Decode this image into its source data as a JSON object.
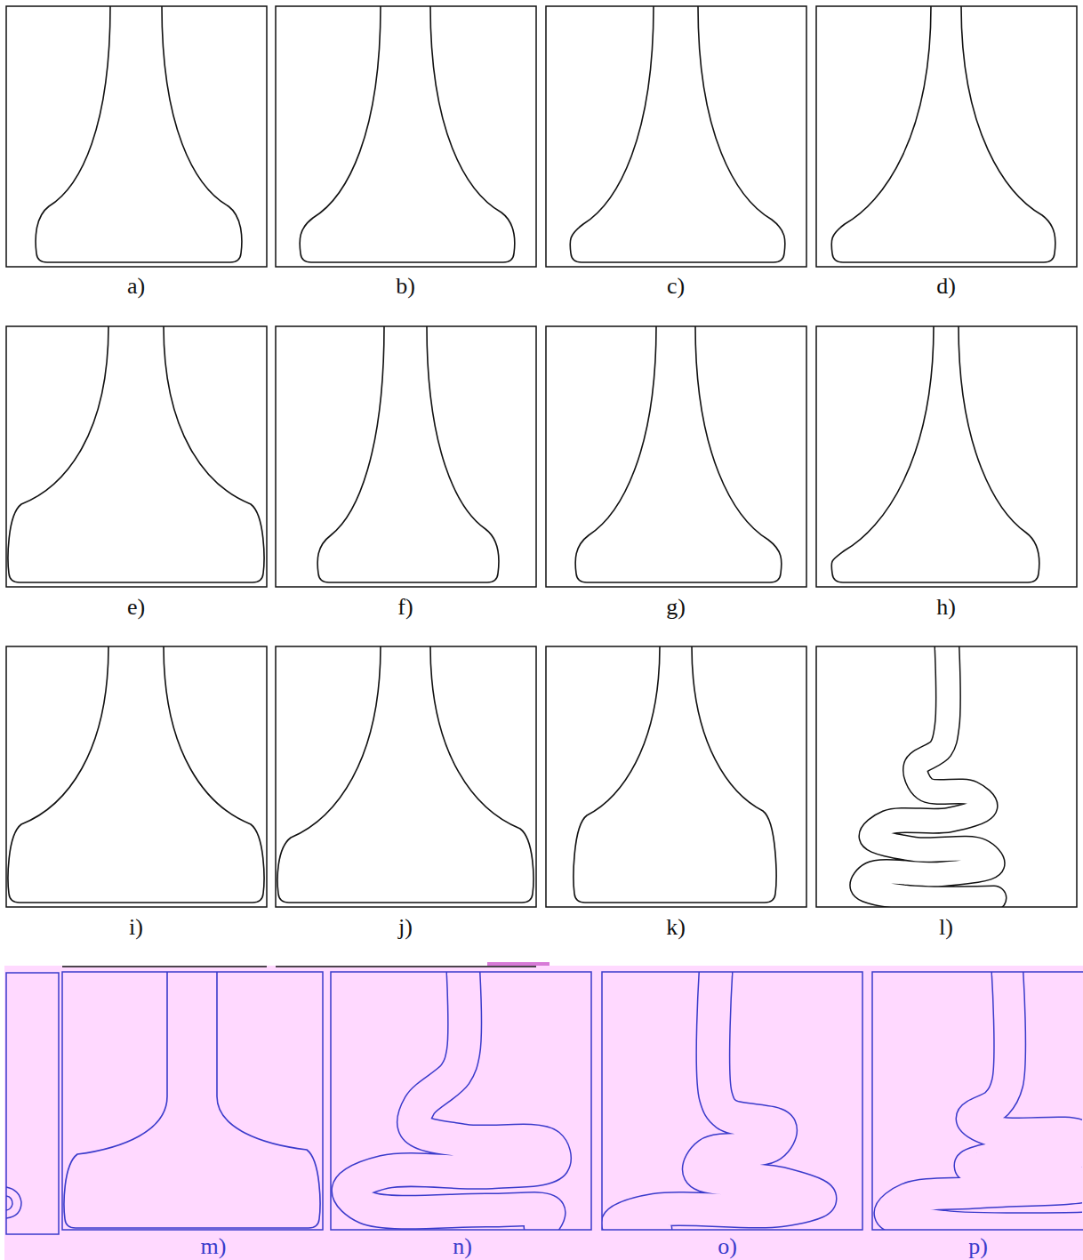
{
  "diagram": {
    "labels": [
      "a)",
      "b)",
      "c)",
      "d)",
      "e)",
      "f)",
      "g)",
      "h)",
      "i)",
      "j)",
      "k)",
      "l)",
      "m)",
      "n)",
      "o)",
      "p)"
    ]
  }
}
